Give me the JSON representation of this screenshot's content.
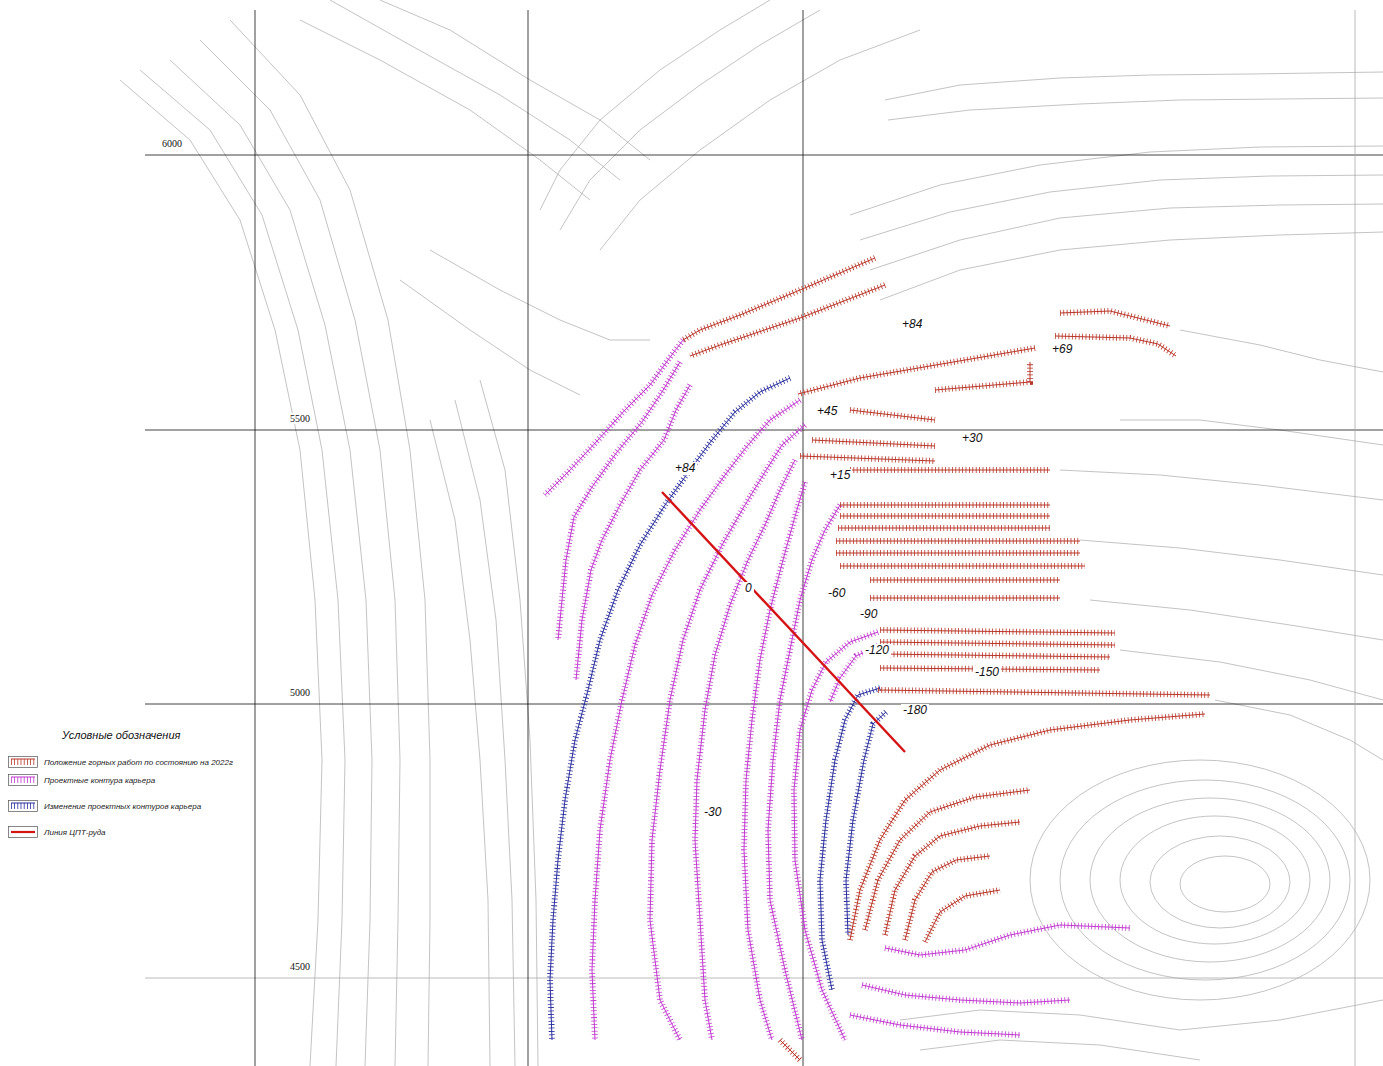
{
  "diagram": {
    "labels": [
      "6000",
      "5500",
      "5000",
      "4500",
      "+84",
      "+69",
      "+45",
      "+30",
      "+15",
      "+84",
      "0",
      "-60",
      "-90",
      "-120",
      "-150",
      "-180",
      "-30",
      "Условные обозначения"
    ],
    "legend": [
      {
        "text": "Положение горных работ по состоянию на 2022г"
      },
      {
        "text": "Проектные контура карьера"
      },
      {
        "text": "Изменение проектных контуров карьера"
      },
      {
        "text": "Линия ЦПТ-руда"
      }
    ]
  }
}
